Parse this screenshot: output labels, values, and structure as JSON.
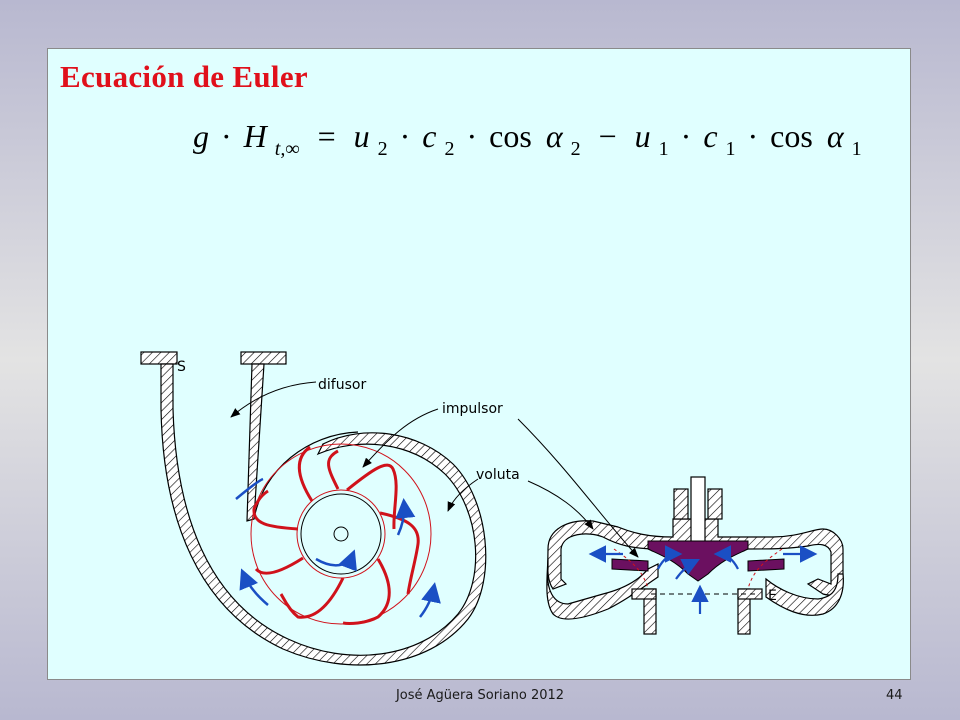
{
  "slide": {
    "title": "Ecuación de Euler",
    "equation_text": "g · H t,∞ = u2 · c2 · cos α2 − u1 · c1 · cos α1",
    "equation": {
      "g": "g",
      "dot": "·",
      "H": "H",
      "H_sub": "t,∞",
      "eq": "=",
      "u": "u",
      "c": "c",
      "cos": "cos",
      "alpha": "α",
      "sub2": "2",
      "sub1": "1",
      "minus": "−"
    }
  },
  "diagram": {
    "labels": {
      "s": "S",
      "difusor": "difusor",
      "impulsor": "impulsor",
      "voluta": "voluta",
      "e": "E"
    },
    "colors": {
      "impeller": "#d0121b",
      "flow_arrows": "#1a4fc4",
      "hatch": "#000000",
      "rotor_section": "#6b1060"
    }
  },
  "footer": {
    "author": "José Agüera Soriano 2012",
    "page": "44"
  }
}
